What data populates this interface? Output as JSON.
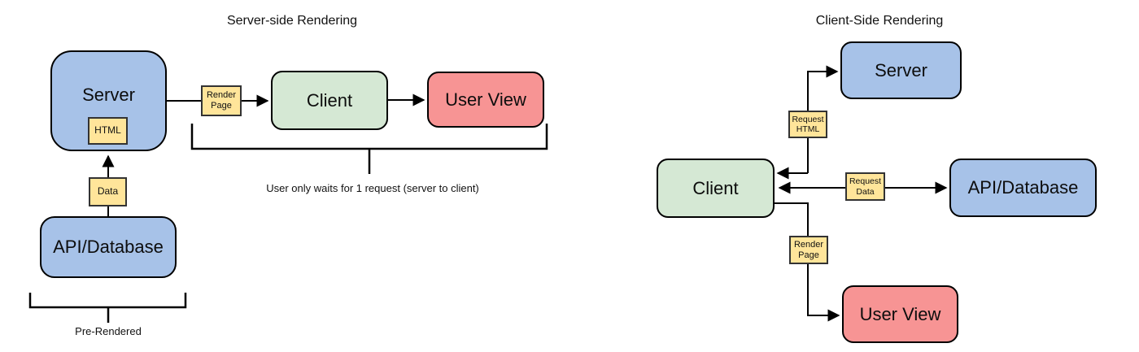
{
  "left": {
    "title": "Server-side Rendering",
    "nodes": {
      "server": "Server",
      "client": "Client",
      "user_view": "User View",
      "api_database": "API/Database"
    },
    "labels": {
      "html": "HTML",
      "data": "Data",
      "render_page": "Render Page"
    },
    "captions": {
      "wait": "User only waits for 1 request (server to client)",
      "pre_rendered": "Pre-Rendered"
    }
  },
  "right": {
    "title": "Client-Side Rendering",
    "nodes": {
      "server": "Server",
      "client": "Client",
      "user_view": "User View",
      "api_database": "API/Database"
    },
    "labels": {
      "request_html": "Request HTML",
      "request_data": "Request Data",
      "render_page": "Render Page"
    }
  },
  "colors": {
    "node_blue": "#a7c2e8",
    "node_green": "#d5e8d4",
    "node_red": "#f79494",
    "label_yellow": "#ffe59a",
    "line_stroke": "#000000"
  }
}
